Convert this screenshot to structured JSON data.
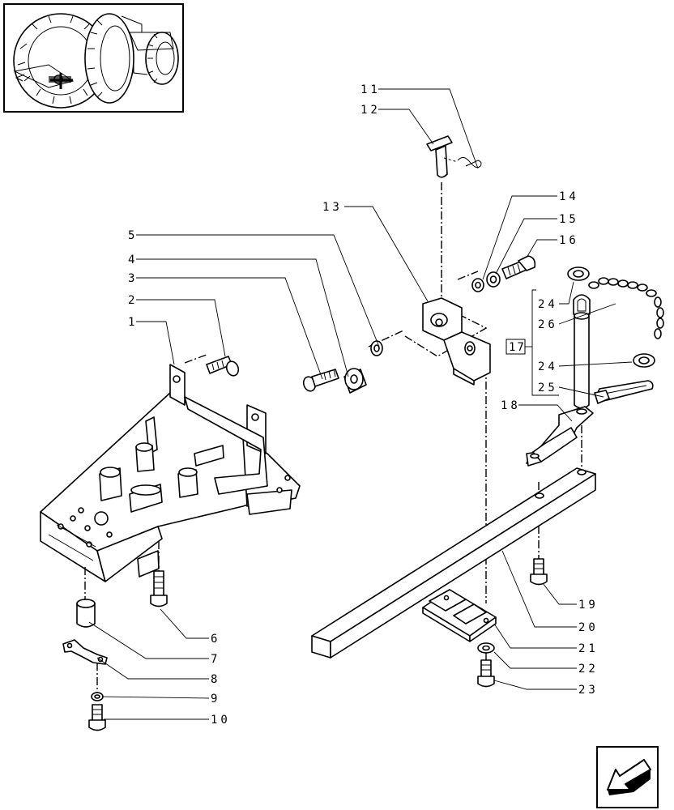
{
  "callouts": [
    {
      "id": "c1",
      "label": "1"
    },
    {
      "id": "c2",
      "label": "2"
    },
    {
      "id": "c3",
      "label": "3"
    },
    {
      "id": "c4",
      "label": "4"
    },
    {
      "id": "c5",
      "label": "5"
    },
    {
      "id": "c6",
      "label": "6"
    },
    {
      "id": "c7",
      "label": "7"
    },
    {
      "id": "c8",
      "label": "8"
    },
    {
      "id": "c9",
      "label": "9"
    },
    {
      "id": "c10",
      "label": "10"
    },
    {
      "id": "c11",
      "label": "11"
    },
    {
      "id": "c12",
      "label": "12"
    },
    {
      "id": "c13",
      "label": "13"
    },
    {
      "id": "c14",
      "label": "14"
    },
    {
      "id": "c15",
      "label": "15"
    },
    {
      "id": "c16",
      "label": "16"
    },
    {
      "id": "c17",
      "label": "17"
    },
    {
      "id": "c18",
      "label": "18"
    },
    {
      "id": "c19",
      "label": "19"
    },
    {
      "id": "c20",
      "label": "20"
    },
    {
      "id": "c21",
      "label": "21"
    },
    {
      "id": "c22",
      "label": "22"
    },
    {
      "id": "c23",
      "label": "23"
    },
    {
      "id": "c24a",
      "label": "24"
    },
    {
      "id": "c26",
      "label": "26"
    },
    {
      "id": "c24b",
      "label": "24"
    },
    {
      "id": "c25",
      "label": "25"
    }
  ],
  "icons": {
    "thumbnail": "tractor-thumbnail-icon",
    "navigation": "previous-page-arrow-icon"
  }
}
